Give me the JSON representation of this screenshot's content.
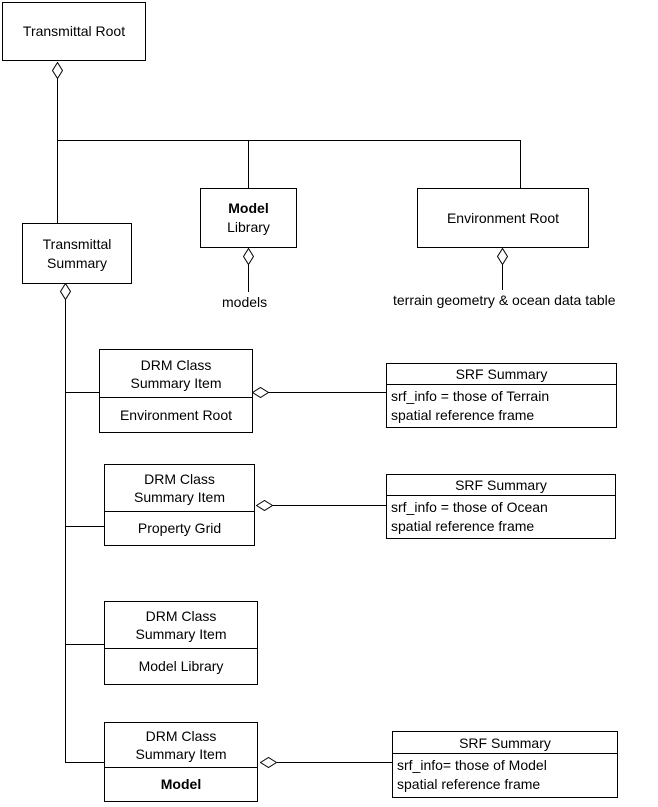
{
  "diagram": {
    "nodes": {
      "transmittal_root": {
        "label": "Transmittal Root"
      },
      "transmittal_summary": {
        "line1": "Transmittal",
        "line2": "Summary"
      },
      "model_library": {
        "line1": "Model",
        "line2": "Library"
      },
      "environment_root": {
        "label": "Environment Root"
      },
      "drm_items": [
        {
          "title_line1": "DRM Class",
          "title_line2": "Summary Item",
          "value": "Environment Root"
        },
        {
          "title_line1": "DRM Class",
          "title_line2": "Summary Item",
          "value": "Property Grid"
        },
        {
          "title_line1": "DRM Class",
          "title_line2": "Summary Item",
          "value": "Model Library"
        },
        {
          "title_line1": "DRM Class",
          "title_line2": "Summary Item",
          "value": "Model"
        }
      ],
      "srf_summaries": [
        {
          "title": "SRF Summary",
          "line1": "srf_info = those of Terrain",
          "line2": "spatial reference frame"
        },
        {
          "title": "SRF Summary",
          "line1": "srf_info = those of Ocean",
          "line2": "spatial reference frame"
        },
        {
          "title": "SRF Summary",
          "line1": "srf_info= those of Model",
          "line2": "spatial reference frame"
        }
      ]
    },
    "edge_labels": {
      "models": "models",
      "terrain": "terrain geometry & ocean data table"
    },
    "colors": {
      "line": "#000000",
      "background": "#ffffff",
      "box_fill": "#ffffff"
    }
  }
}
